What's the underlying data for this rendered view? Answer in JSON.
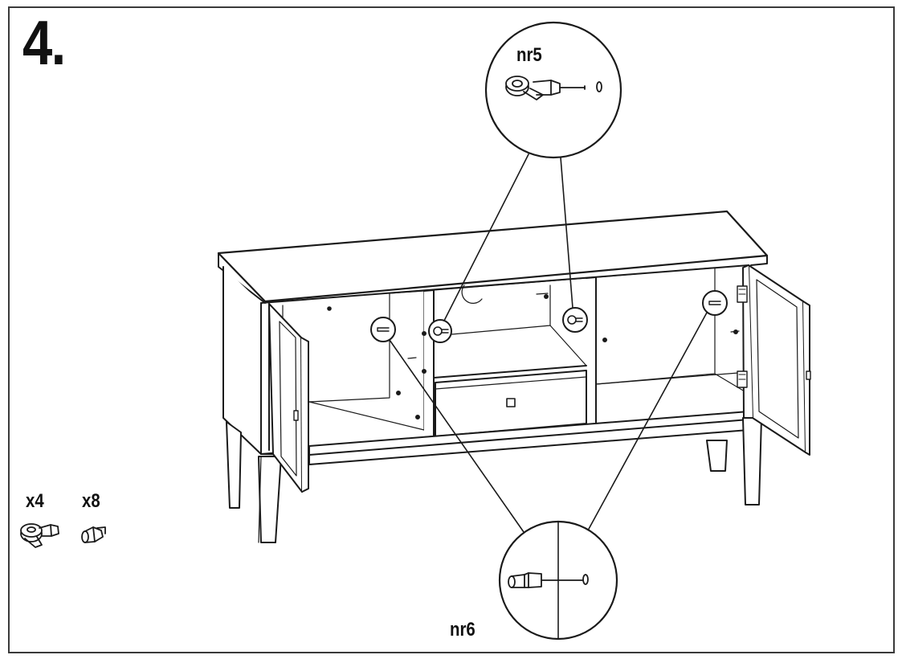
{
  "step": {
    "number": "4."
  },
  "callouts": {
    "top": {
      "label": "nr5"
    },
    "bottom": {
      "label": "nr6"
    }
  },
  "parts": {
    "cam_lock": {
      "quantity": "x4",
      "icon": "cam-lock-icon"
    },
    "dowel": {
      "quantity": "x8",
      "icon": "dowel-icon"
    }
  },
  "colors": {
    "line": "#1a1a1a",
    "background": "#ffffff"
  }
}
